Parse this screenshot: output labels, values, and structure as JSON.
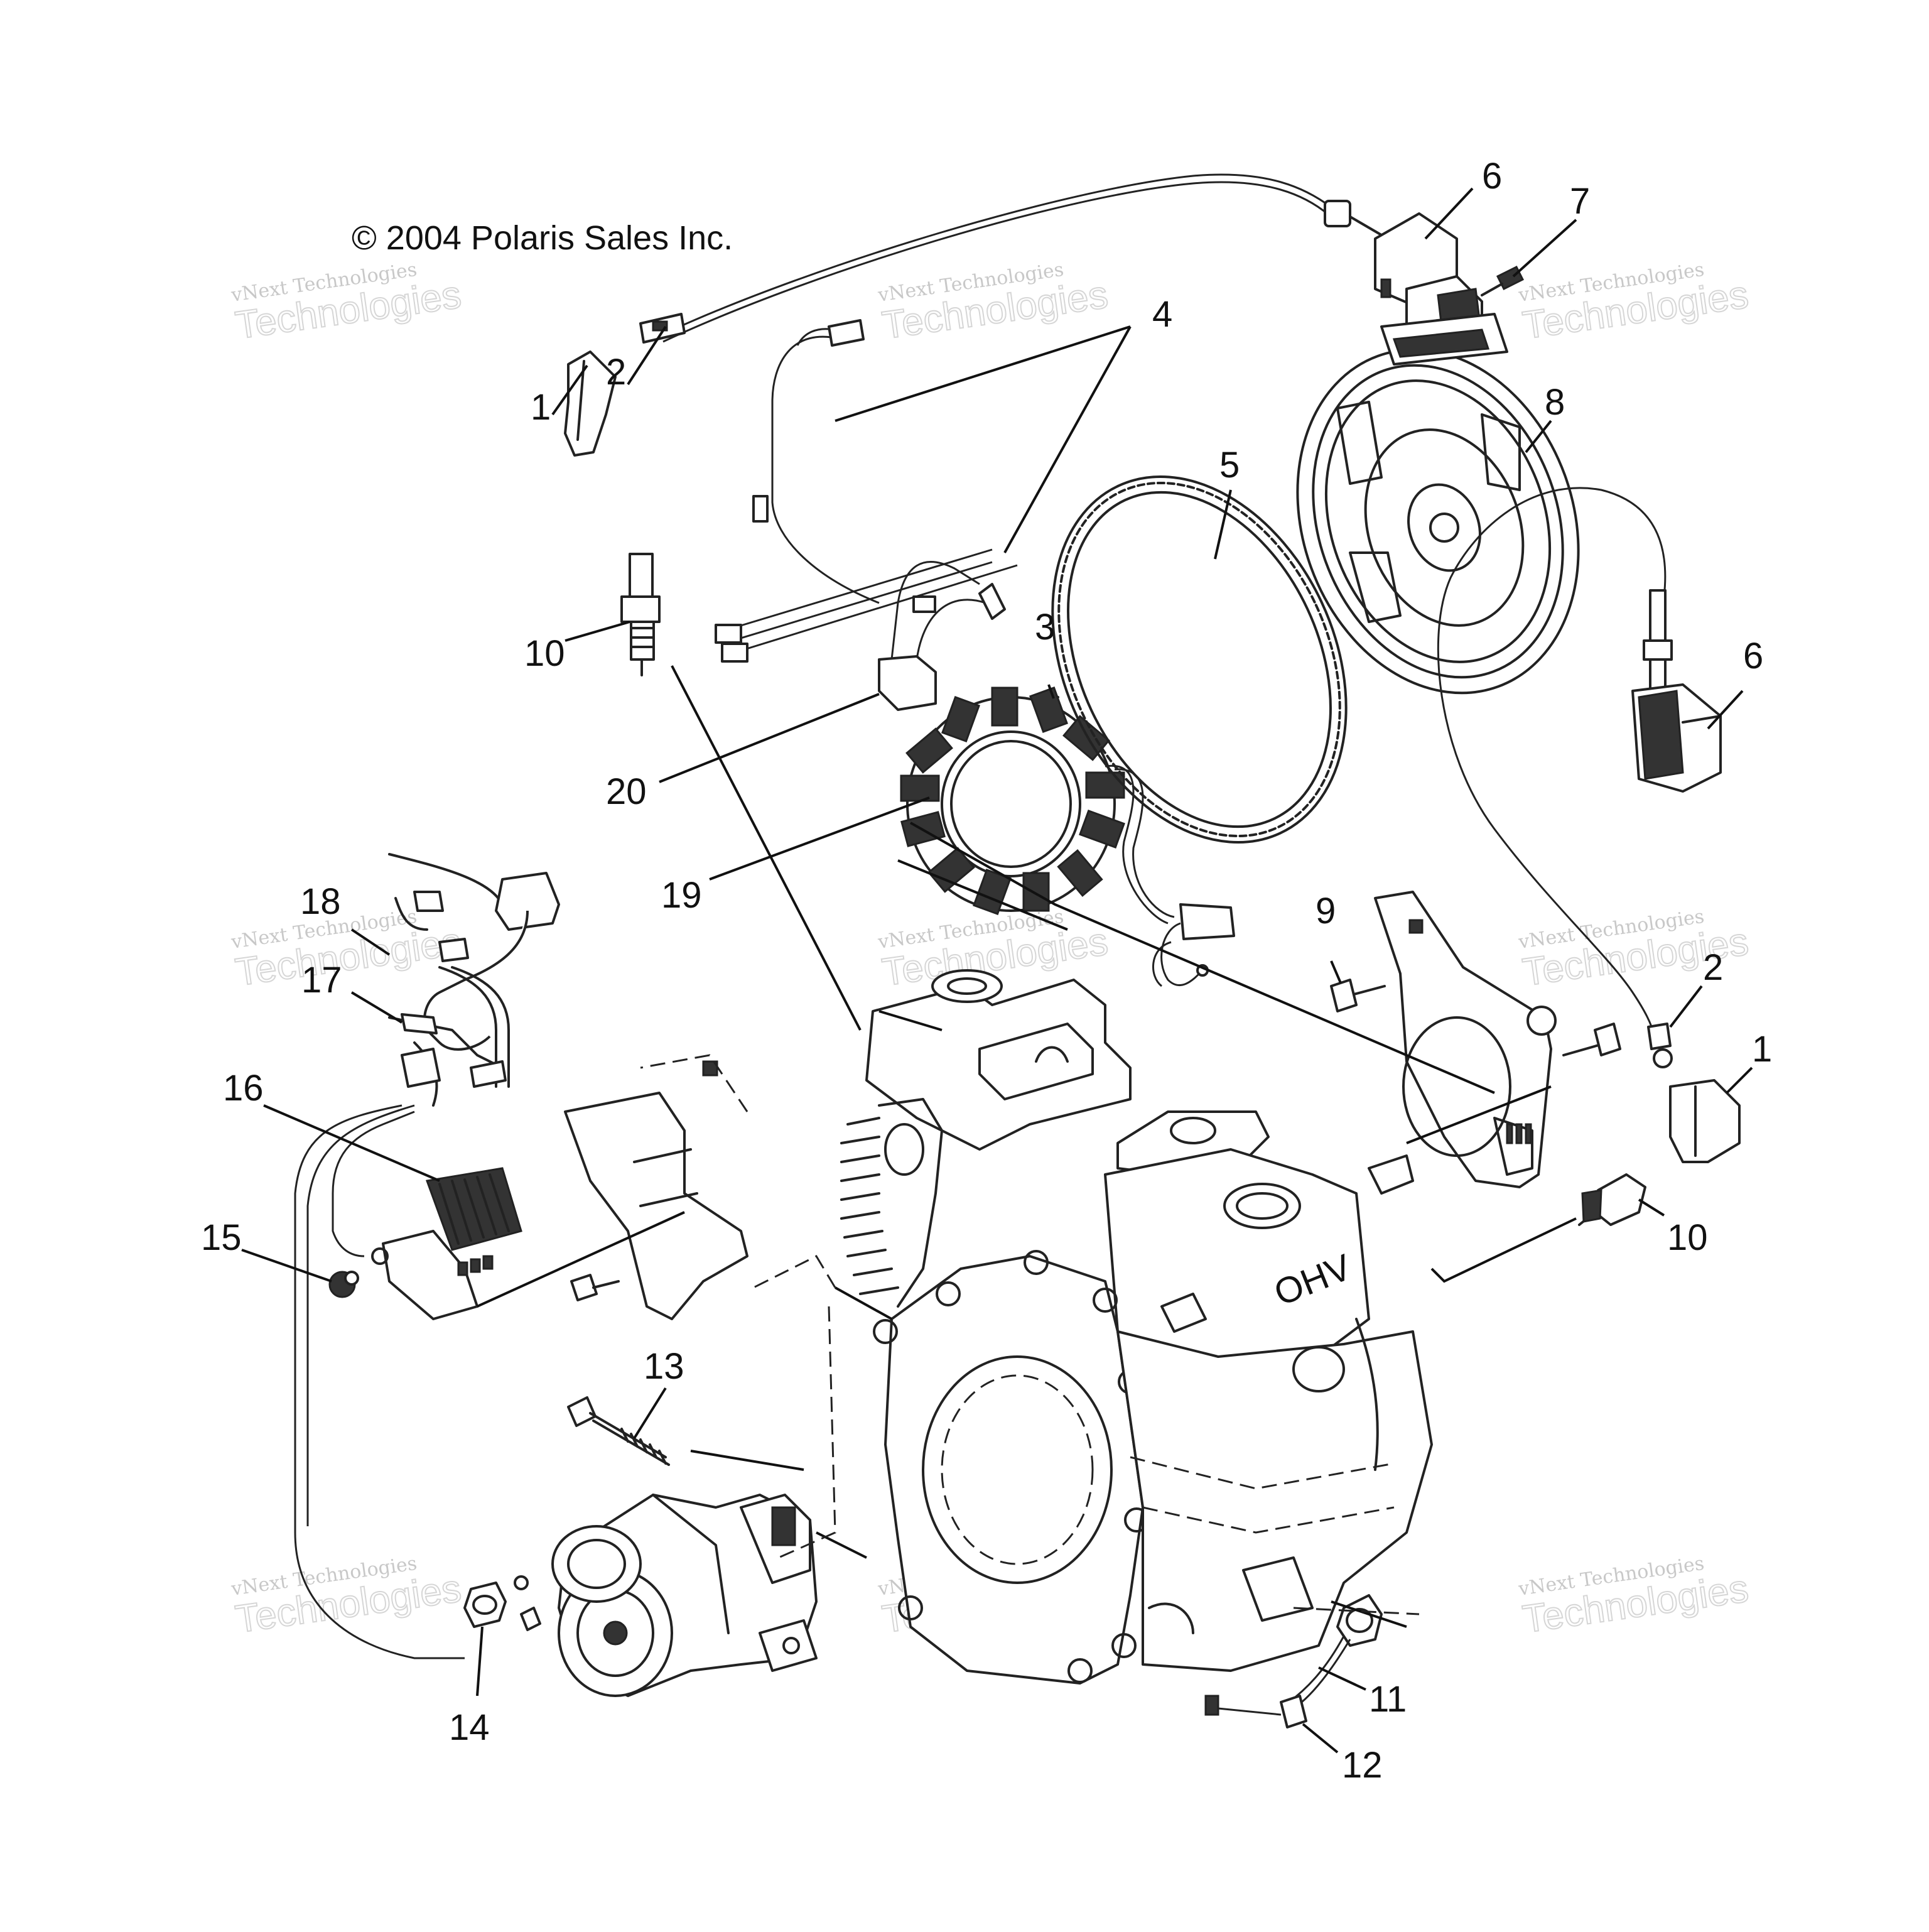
{
  "copyright": "© 2004 Polaris Sales Inc.",
  "watermark": {
    "line1": "vNext Technologies",
    "line2": "Technologies",
    "line_brand": "vNext"
  },
  "callouts": [
    {
      "id": "1a",
      "label": "1"
    },
    {
      "id": "2a",
      "label": "2"
    },
    {
      "id": "3",
      "label": "3"
    },
    {
      "id": "4",
      "label": "4"
    },
    {
      "id": "5",
      "label": "5"
    },
    {
      "id": "6a",
      "label": "6"
    },
    {
      "id": "7",
      "label": "7"
    },
    {
      "id": "8",
      "label": "8"
    },
    {
      "id": "6b",
      "label": "6"
    },
    {
      "id": "10a",
      "label": "10"
    },
    {
      "id": "20",
      "label": "20"
    },
    {
      "id": "19",
      "label": "19"
    },
    {
      "id": "18",
      "label": "18"
    },
    {
      "id": "17",
      "label": "17"
    },
    {
      "id": "16",
      "label": "16"
    },
    {
      "id": "15",
      "label": "15"
    },
    {
      "id": "9",
      "label": "9"
    },
    {
      "id": "2b",
      "label": "2"
    },
    {
      "id": "1b",
      "label": "1"
    },
    {
      "id": "10b",
      "label": "10"
    },
    {
      "id": "13",
      "label": "13"
    },
    {
      "id": "14",
      "label": "14"
    },
    {
      "id": "11",
      "label": "11"
    },
    {
      "id": "12",
      "label": "12"
    }
  ],
  "engine_marking": "OHV"
}
